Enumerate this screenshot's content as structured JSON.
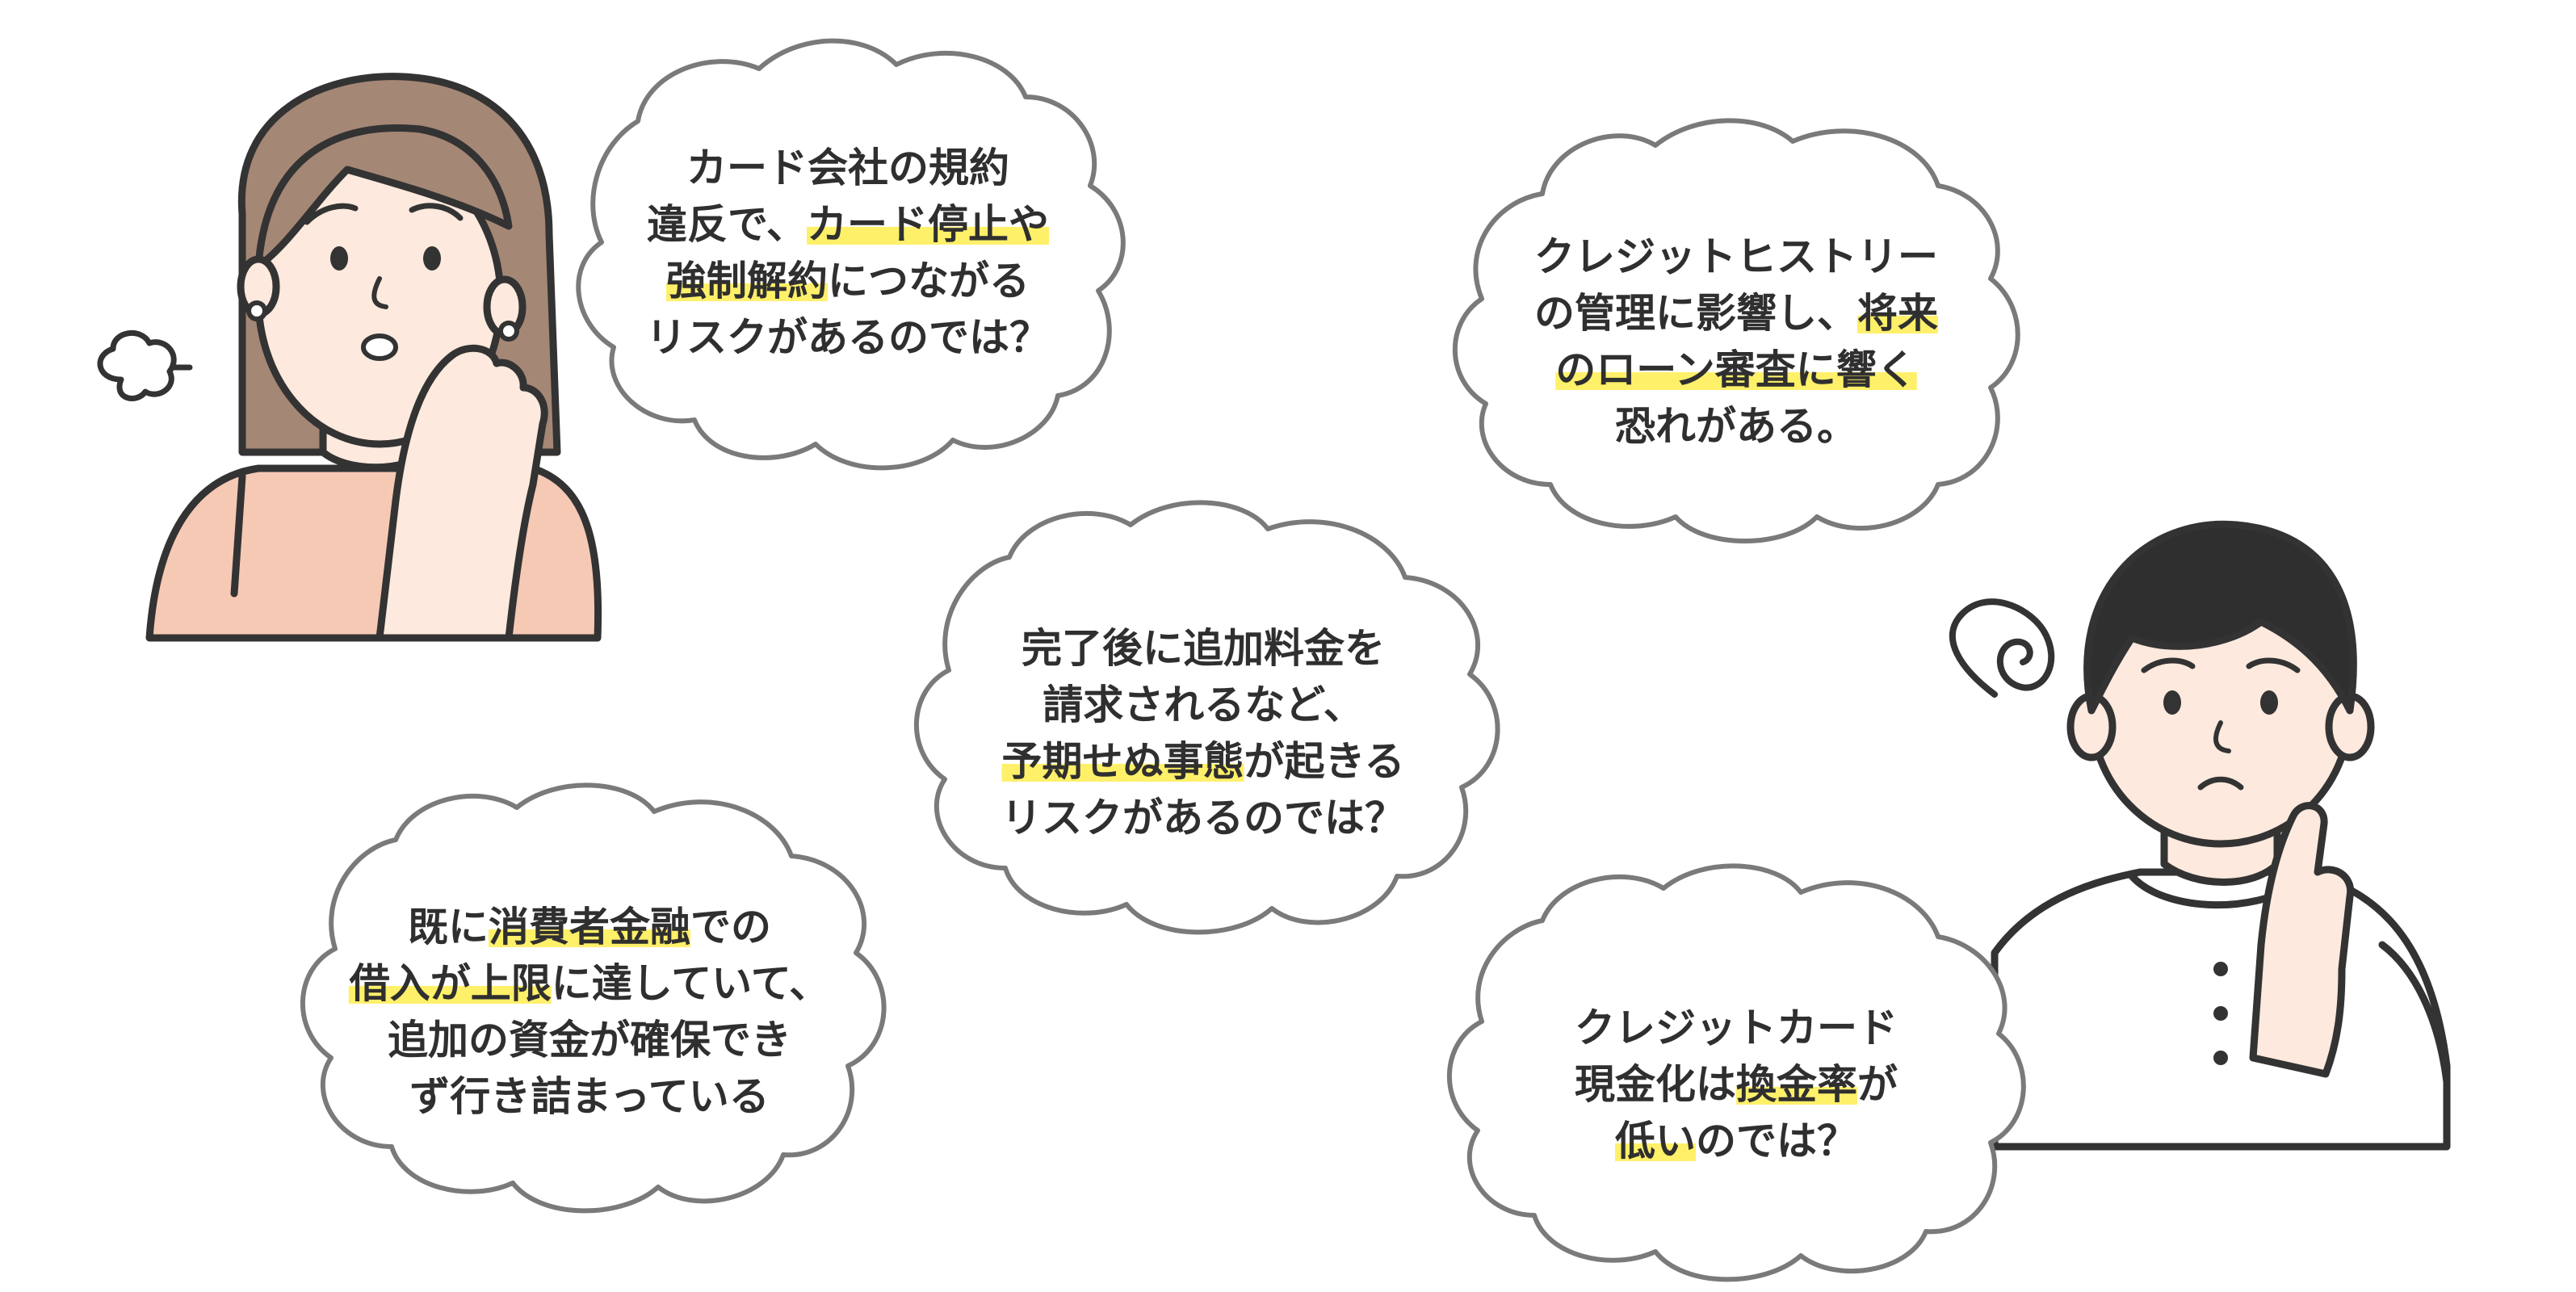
{
  "colors": {
    "highlight": "#fff06a",
    "text": "#2f2f2f",
    "outline": "#333333",
    "bubble_border": "#7a7a7a",
    "woman_hair": "#a58776",
    "skin": "#fde9dd",
    "top": "#f6c9b5",
    "man_hair": "#2f2f2f"
  },
  "figures": [
    {
      "name": "worried-woman",
      "icon": "sigh-puff-icon"
    },
    {
      "name": "worried-man",
      "icon": "spiral-confusion-icon"
    }
  ],
  "bubbles": [
    {
      "id": "card-terms",
      "lines": [
        [
          {
            "t": "カード会社の規約"
          }
        ],
        [
          {
            "t": "違反で、"
          },
          {
            "t": "カード停止や",
            "hl": true
          }
        ],
        [
          {
            "t": "強制解約",
            "hl": true
          },
          {
            "t": "につながる"
          }
        ],
        [
          {
            "t": "リスクがあるのでは？"
          }
        ]
      ]
    },
    {
      "id": "credit-history",
      "lines": [
        [
          {
            "t": "クレジットヒストリー"
          }
        ],
        [
          {
            "t": "の管理に影響し、"
          },
          {
            "t": "将来",
            "hl": true
          }
        ],
        [
          {
            "t": "のローン審査に響く",
            "hl": true
          }
        ],
        [
          {
            "t": "恐れがある。"
          }
        ]
      ]
    },
    {
      "id": "extra-fees",
      "lines": [
        [
          {
            "t": "完了後に追加料金を"
          }
        ],
        [
          {
            "t": "請求されるなど、"
          }
        ],
        [
          {
            "t": "予期せぬ事態",
            "hl": true
          },
          {
            "t": "が起きる"
          }
        ],
        [
          {
            "t": "リスクがあるのでは？"
          }
        ]
      ]
    },
    {
      "id": "debt-limit",
      "lines": [
        [
          {
            "t": "既に"
          },
          {
            "t": "消費者金融",
            "hl": true
          },
          {
            "t": "での"
          }
        ],
        [
          {
            "t": "借入が上限",
            "hl": true
          },
          {
            "t": "に達していて、"
          }
        ],
        [
          {
            "t": "追加の資金が確保でき"
          }
        ],
        [
          {
            "t": "ず行き詰まっている"
          }
        ]
      ]
    },
    {
      "id": "exchange-rate",
      "lines": [
        [
          {
            "t": "クレジットカード"
          }
        ],
        [
          {
            "t": "現金化は"
          },
          {
            "t": "換金率",
            "hl": true
          },
          {
            "t": "が"
          }
        ],
        [
          {
            "t": "低い",
            "hl": true
          },
          {
            "t": "のでは？"
          }
        ]
      ]
    }
  ]
}
